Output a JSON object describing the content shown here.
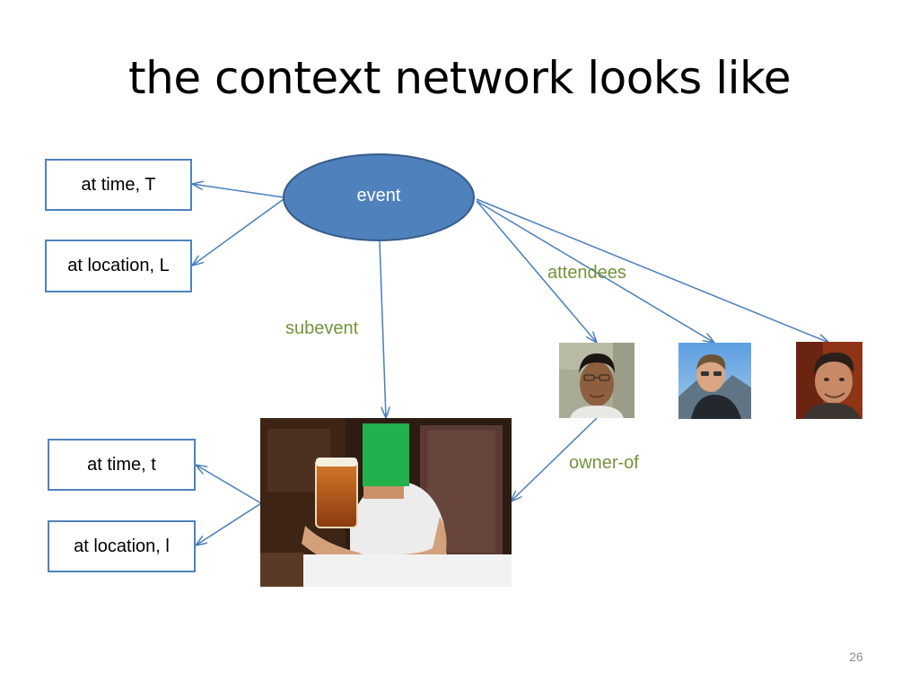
{
  "slide": {
    "title": "the context network looks like",
    "page_number": "26"
  },
  "nodes": {
    "event": "event",
    "at_time_T": "at time, T",
    "at_location_L": "at location, L",
    "at_time_t": "at time, t",
    "at_location_l": "at location, l"
  },
  "edges": {
    "subevent": "subevent",
    "attendees": "attendees",
    "owner_of": "owner-of"
  },
  "colors": {
    "node_fill": "#4f81bd",
    "node_border": "#385d8a",
    "edge_line": "#4a7ebb",
    "edge_label": "#76923c",
    "face_censor": "#22b14c"
  },
  "images": {
    "attendee_1": "person-photo",
    "attendee_2": "person-photo",
    "attendee_3": "person-photo",
    "subevent_photo": "person-holding-beer-photo"
  }
}
